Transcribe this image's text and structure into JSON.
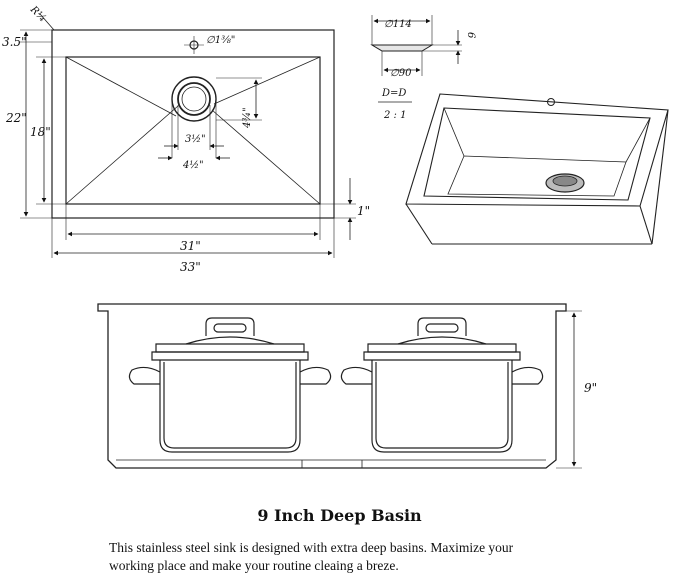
{
  "top_view": {
    "radius": "R¼",
    "flange_width": "3.5\"",
    "faucet_hole": "∅1⅜\"",
    "outer_depth": "22\"",
    "inner_depth": "18\"",
    "drain_height": "4¾\"",
    "drain_opening": "3½\"",
    "drain_flange": "4½\"",
    "rim_height": "1\"",
    "inner_width": "31\"",
    "outer_width": "33\""
  },
  "strainer_view": {
    "top_diameter": "∅114",
    "bottom_diameter": "∅90",
    "height": "6"
  },
  "scale_note": {
    "line1": "D=D",
    "line2": "2 : 1"
  },
  "basin_view": {
    "depth": "9\""
  },
  "caption": {
    "title": "9 Inch Deep Basin",
    "body_line1": "This stainless steel sink is designed with extra deep basins. Maximize your",
    "body_line2": "working place and make your routine cleaing a breze."
  }
}
